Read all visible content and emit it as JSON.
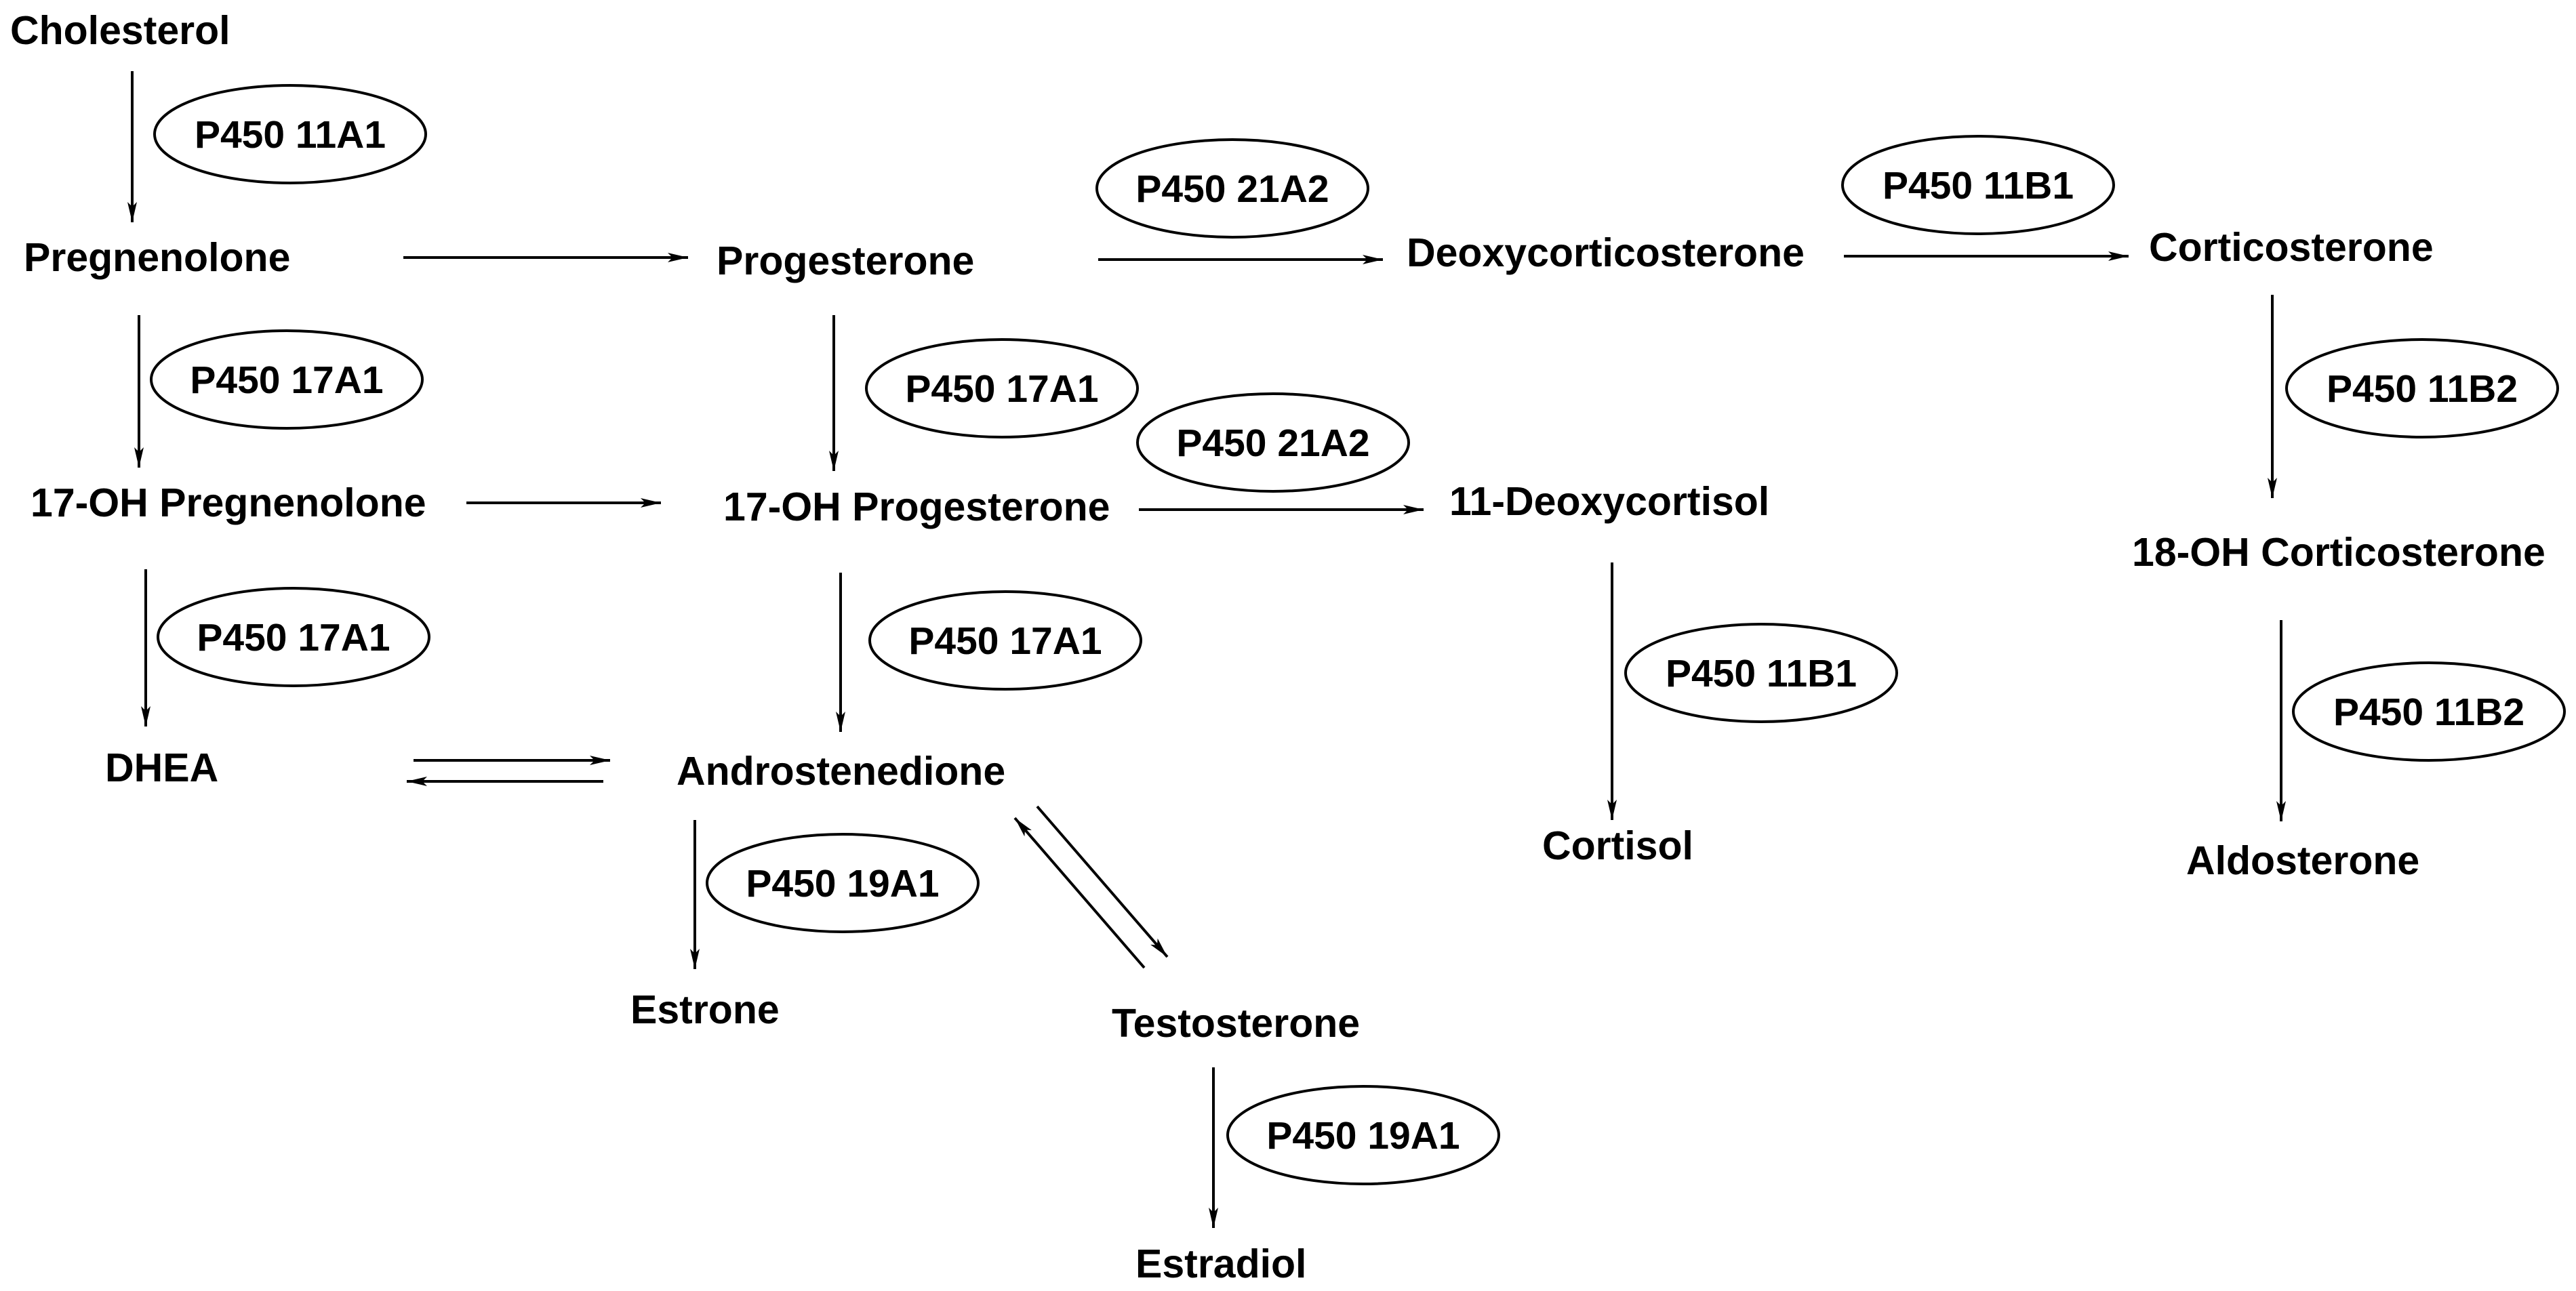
{
  "compounds": {
    "cholesterol": "Cholesterol",
    "pregnenolone": "Pregnenolone",
    "progesterone": "Progesterone",
    "deoxycorticosterone": "Deoxycorticosterone",
    "corticosterone": "Corticosterone",
    "oh17_pregnenolone": "17-OH Pregnenolone",
    "oh17_progesterone": "17-OH Progesterone",
    "deoxycortisol_11": "11-Deoxycortisol",
    "oh18_corticosterone": "18-OH Corticosterone",
    "dhea": "DHEA",
    "androstenedione": "Androstenedione",
    "cortisol": "Cortisol",
    "aldosterone": "Aldosterone",
    "estrone": "Estrone",
    "testosterone": "Testosterone",
    "estradiol": "Estradiol"
  },
  "enzymes": {
    "cholesterol_to_pregnenolone": "P450 11A1",
    "progesterone_to_deoxycorticosterone": "P450 21A2",
    "deoxycorticosterone_to_corticosterone": "P450 11B1",
    "pregnenolone_to_17oh_pregnenolone": "P450 17A1",
    "progesterone_to_17oh_progesterone": "P450 17A1",
    "oh17_progesterone_to_11deoxycortisol": "P450 21A2",
    "corticosterone_to_18oh_corticosterone": "P450 11B2",
    "oh17_pregnenolone_to_dhea": "P450 17A1",
    "oh17_progesterone_to_androstenedione": "P450 17A1",
    "deoxycortisol_to_cortisol": "P450 11B1",
    "oh18_corticosterone_to_aldosterone": "P450 11B2",
    "androstenedione_to_estrone": "P450 19A1",
    "testosterone_to_estradiol": "P450 19A1"
  }
}
